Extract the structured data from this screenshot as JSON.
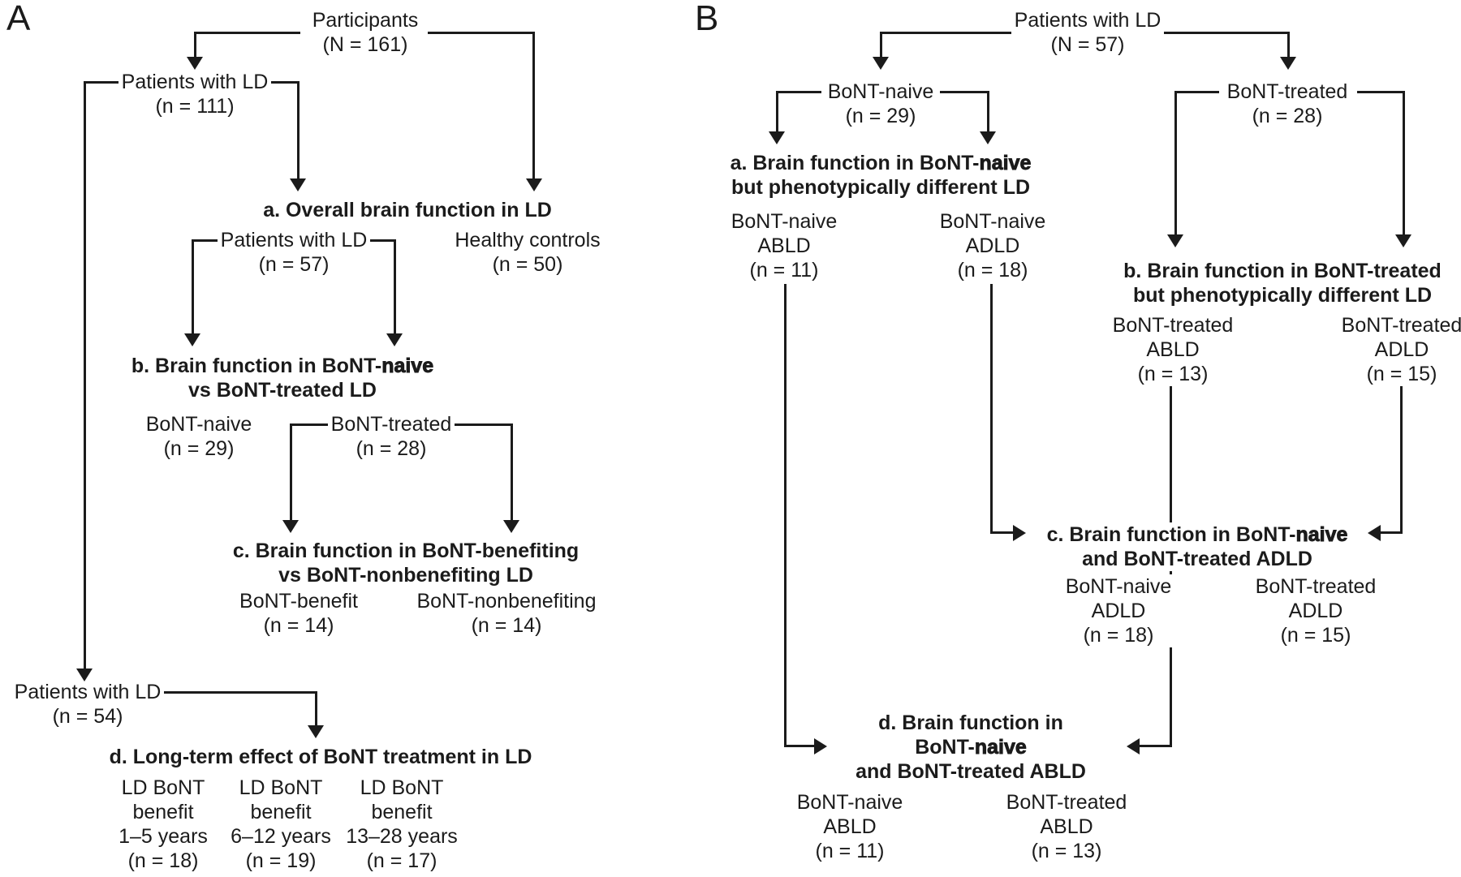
{
  "colors": {
    "ink": "#1b1b1b",
    "background": "#ffffff"
  },
  "panel_a": {
    "label": "A",
    "participants": [
      "Participants",
      "(N = 161)"
    ],
    "patients_ld_111": [
      "Patients with LD",
      "(n = 111)"
    ],
    "heading_a": "a. Overall brain function in LD",
    "patients_ld_57": [
      "Patients with LD",
      "(n = 57)"
    ],
    "healthy_controls": [
      "Healthy controls",
      "(n = 50)"
    ],
    "heading_b": {
      "pre": "b. Brain function in BoNT-",
      "em": "naive",
      "line2": "vs BoNT-treated LD"
    },
    "bont_naive_29": [
      "BoNT-naive",
      "(n = 29)"
    ],
    "bont_treated_28": [
      "BoNT-treated",
      "(n = 28)"
    ],
    "heading_c": [
      "c. Brain function in BoNT-benefiting",
      "vs BoNT-nonbenefiting LD"
    ],
    "bont_benefit_14": [
      "BoNT-benefit",
      "(n = 14)"
    ],
    "bont_nonbenefit_14": [
      "BoNT-nonbenefiting",
      "(n = 14)"
    ],
    "patients_ld_54": [
      "Patients with LD",
      "(n = 54)"
    ],
    "heading_d": "d. Long-term effect of BoNT treatment in LD",
    "benefit_1_5": [
      "LD BoNT",
      "benefit",
      "1–5 years",
      "(n = 18)"
    ],
    "benefit_6_12": [
      "LD BoNT",
      "benefit",
      "6–12 years",
      "(n = 19)"
    ],
    "benefit_13_28": [
      "LD BoNT",
      "benefit",
      "13–28 years",
      "(n = 17)"
    ]
  },
  "panel_b": {
    "label": "B",
    "patients_ld_57": [
      "Patients with LD",
      "(N = 57)"
    ],
    "bont_naive_29": [
      "BoNT-naive",
      "(n = 29)"
    ],
    "bont_treated_28": [
      "BoNT-treated",
      "(n = 28)"
    ],
    "heading_a": {
      "pre": "a. Brain function in BoNT-",
      "em": "naive",
      "line2": "but phenotypically different LD"
    },
    "naive_abld_11": [
      "BoNT-naive",
      "ABLD",
      "(n = 11)"
    ],
    "naive_adld_18": [
      "BoNT-naive",
      "ADLD",
      "(n = 18)"
    ],
    "heading_b": [
      "b. Brain function in BoNT-treated",
      "but phenotypically different LD"
    ],
    "treated_abld_13": [
      "BoNT-treated",
      "ABLD",
      "(n = 13)"
    ],
    "treated_adld_15": [
      "BoNT-treated",
      "ADLD",
      "(n = 15)"
    ],
    "heading_c": {
      "pre": "c. Brain function in BoNT-",
      "em": "naive",
      "line2": "and BoNT-treated ADLD"
    },
    "c_naive_adld_18": [
      "BoNT-naive",
      "ADLD",
      "(n = 18)"
    ],
    "c_treated_adld_15": [
      "BoNT-treated",
      "ADLD",
      "(n = 15)"
    ],
    "heading_d": {
      "line1": "d. Brain function in",
      "pre2": "BoNT-",
      "em2": "naive",
      "line3": "and BoNT-treated ABLD"
    },
    "d_naive_abld_11": [
      "BoNT-naive",
      "ABLD",
      "(n = 11)"
    ],
    "d_treated_abld_13": [
      "BoNT-treated",
      "ABLD",
      "(n = 13)"
    ]
  }
}
